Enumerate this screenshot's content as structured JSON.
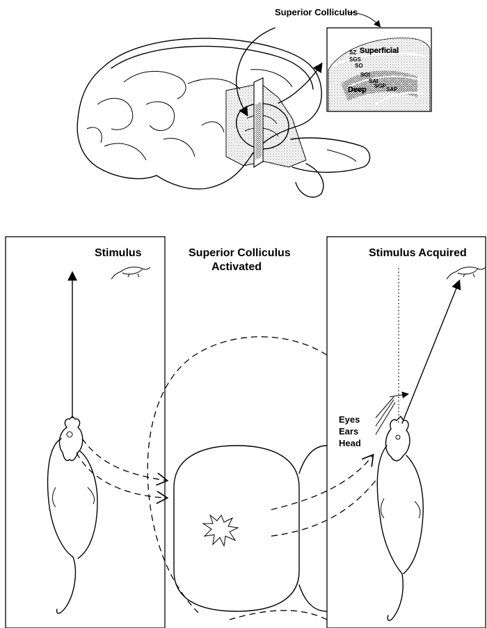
{
  "top_panel": {
    "title": "Superior Colliculus",
    "inset_labels": {
      "sz": "SZ",
      "sgs": "SGS",
      "so": "SO",
      "superficial": "Superficial",
      "sgi": "SGI",
      "sai": "SAI",
      "deep": "Deep",
      "sgp": "SGP",
      "sap": "SAP"
    }
  },
  "bottom_panel": {
    "left_title": "Stimulus",
    "middle_title_line1": "Superior Colliculus",
    "middle_title_line2": "Activated",
    "right_title": "Stimulus Acquired",
    "eyes": "Eyes",
    "ears": "Ears",
    "head": "Head"
  }
}
